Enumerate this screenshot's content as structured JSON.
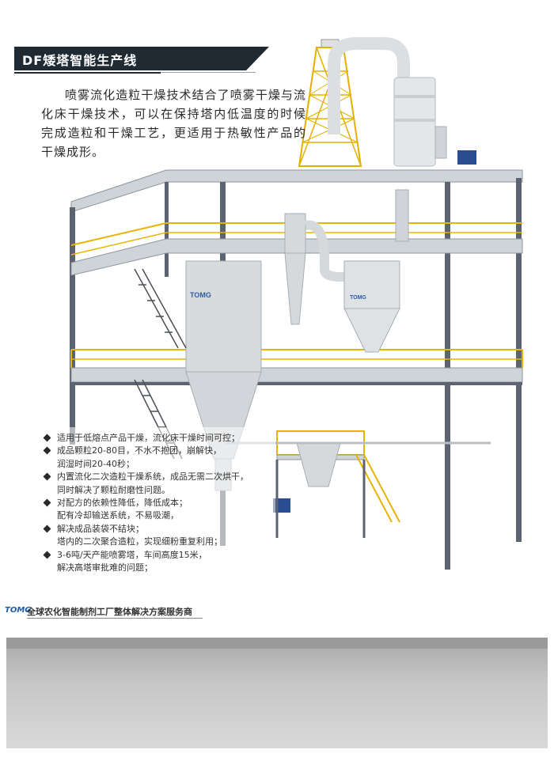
{
  "title": "DF矮塔智能生产线",
  "intro": "喷雾流化造粒干燥技术结合了喷雾干燥与流化床干燥技术，可以在保持塔内低温度的时候完成造粒和干燥工艺，更适用于热敏性产品的干燥成形。",
  "illustration": {
    "brand_label_1": "TOMG",
    "brand_label_2": "TOMG",
    "colors": {
      "steel": "#5b6470",
      "railing": "#e8b400",
      "floor": "#cfd3d6",
      "tower": "#d8dcdf",
      "motor": "#2a4d8f"
    }
  },
  "features": [
    {
      "lines": [
        "适用于低熔点产品干燥，流化床干燥时间可控；"
      ]
    },
    {
      "lines": [
        "成品颗粒20-80目，不水不抱团，崩解快，",
        "润湿时间20-40秒；"
      ]
    },
    {
      "lines": [
        "内置流化二次造粒干燥系统，成品无需二次烘干，",
        "同时解决了颗粒耐磨性问题。"
      ]
    },
    {
      "lines": [
        "对配方的依赖性降低，降低成本；",
        "配有冷却输送系统，不易吸潮，"
      ]
    },
    {
      "lines": [
        "解决成品装袋不结块；",
        "塔内的二次聚合造粒，实现细粉重复利用；"
      ]
    },
    {
      "lines": [
        "3-6吨/天产能喷雾塔，车间高度15米，",
        "解决高塔审批难的问题；"
      ]
    }
  ],
  "footer": {
    "logo": "TOMG",
    "text": "全球农化智能制剂工厂整体解决方案服务商"
  }
}
